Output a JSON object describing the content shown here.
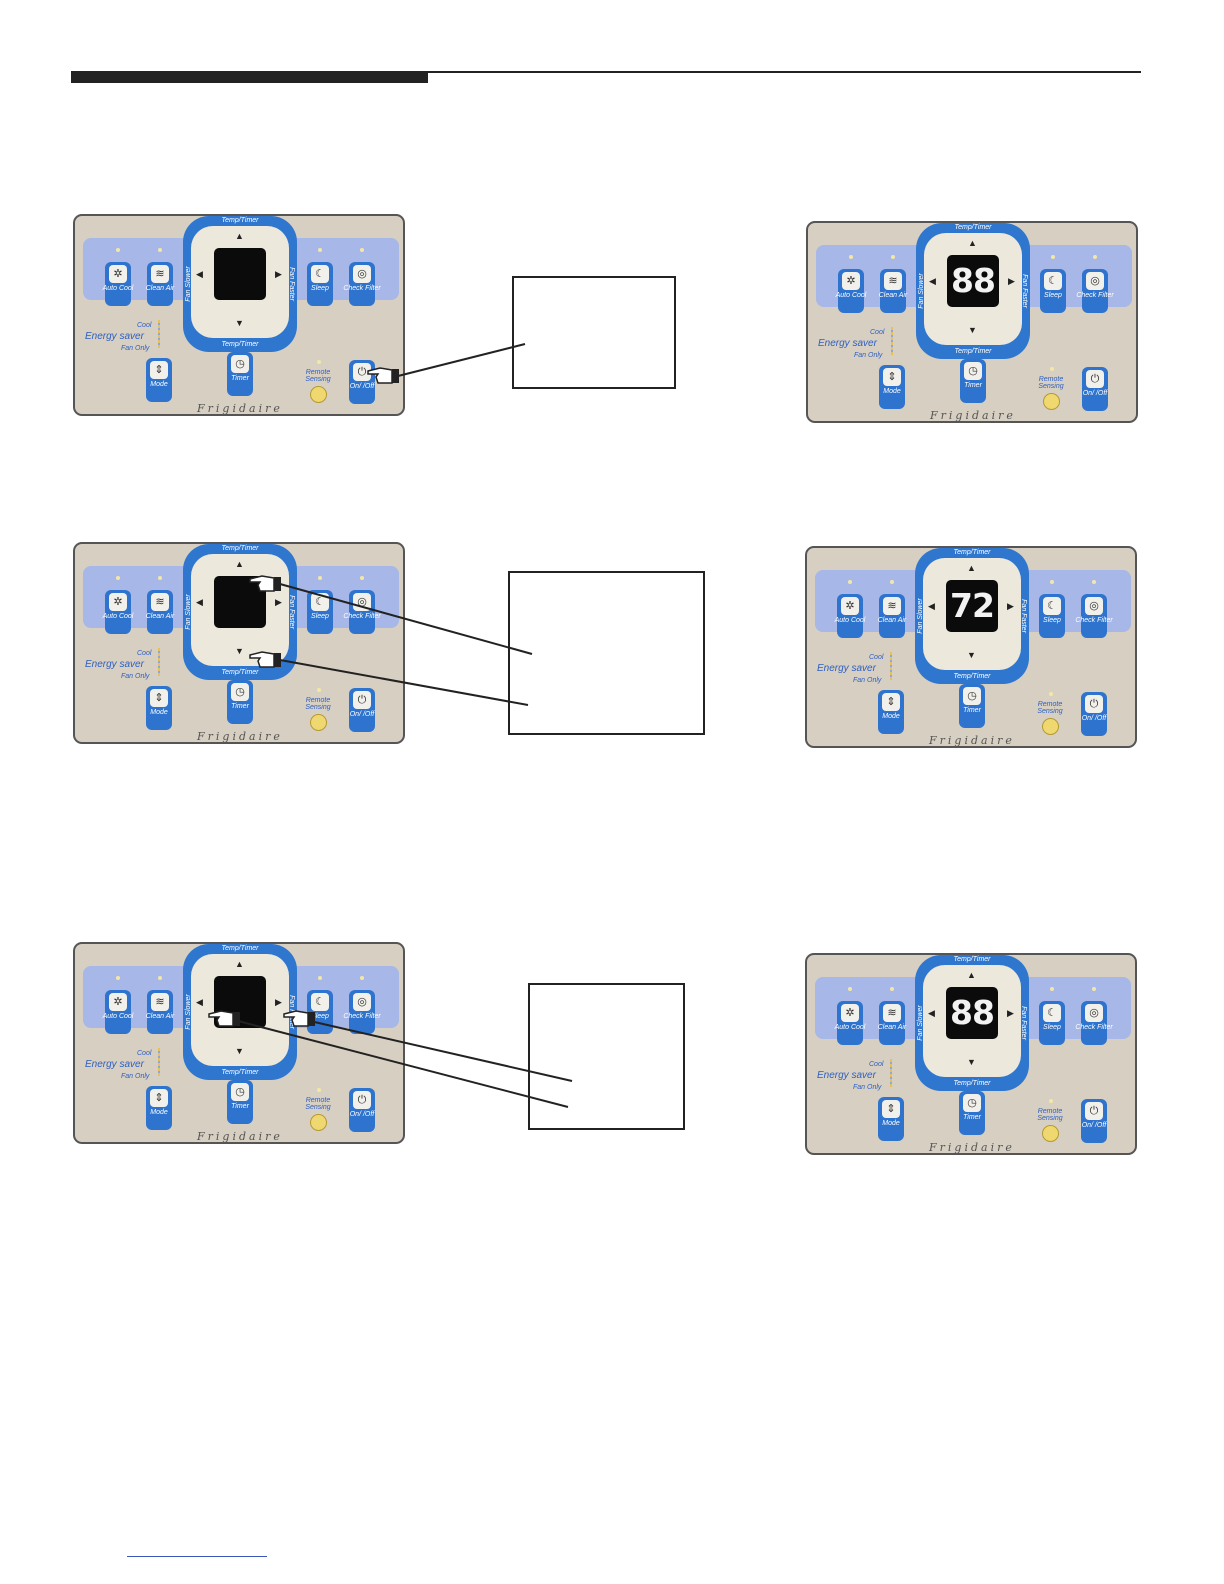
{
  "panel_labels": {
    "ring_top": "Temp/Timer",
    "ring_bottom": "Temp/Timer",
    "ring_left": "Fan Slower",
    "ring_right": "Fan Faster",
    "auto_cool": "Auto Cool",
    "clean_air": "Clean Air",
    "sleep": "Sleep",
    "check_filter": "Check Filter",
    "mode": "Mode",
    "timer": "Timer",
    "on_off": "On/ /Off",
    "cool": "Cool",
    "energy_saver": "Energy saver",
    "fan_only": "Fan Only",
    "remote_sensing": "Remote Sensing",
    "brand": "Frigidaire"
  },
  "displays": {
    "step1_before": "",
    "step1_after": "88",
    "step2_before": "",
    "step2_after": "72",
    "step3_before": "",
    "step3_after": "88"
  },
  "icons": {
    "auto_cool": "auto-cool-icon",
    "clean_air": "clean-air-icon",
    "sleep": "moon-icon",
    "check_filter": "filter-icon",
    "mode": "up-down-arrows-icon",
    "timer": "clock-icon",
    "on_off": "power-icon",
    "pointer": "pointing-hand-icon"
  },
  "colors": {
    "panel": "#d6cfc2",
    "band": "#a6b7e8",
    "button": "#2e73cd",
    "display": "#0b0b0b"
  }
}
